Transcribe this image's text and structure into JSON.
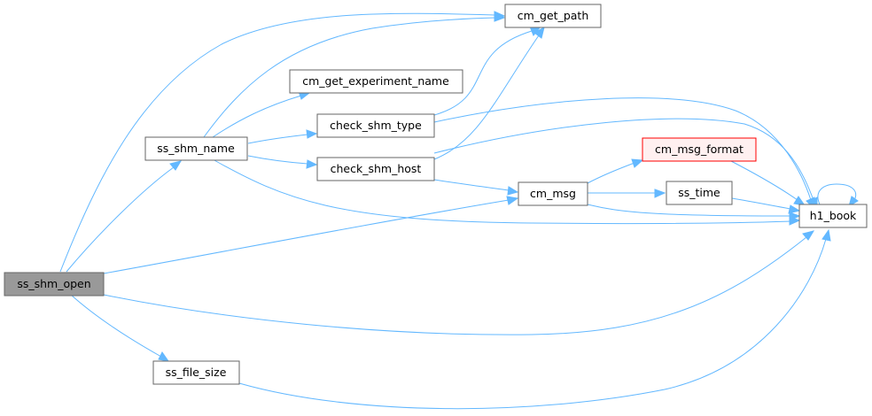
{
  "nodes": {
    "ss_shm_open": "ss_shm_open",
    "cm_get_path": "cm_get_path",
    "cm_get_experiment_name": "cm_get_experiment_name",
    "check_shm_type": "check_shm_type",
    "ss_shm_name": "ss_shm_name",
    "check_shm_host": "check_shm_host",
    "cm_msg_format": "cm_msg_format",
    "cm_msg": "cm_msg",
    "ss_time": "ss_time",
    "h1_book": "h1_book",
    "ss_file_size": "ss_file_size"
  },
  "colors": {
    "edge": "#63b8ff",
    "node_border": "#666666",
    "root_fill": "#999999",
    "highlight_border": "#ff0000",
    "highlight_fill": "#fff0f0"
  }
}
